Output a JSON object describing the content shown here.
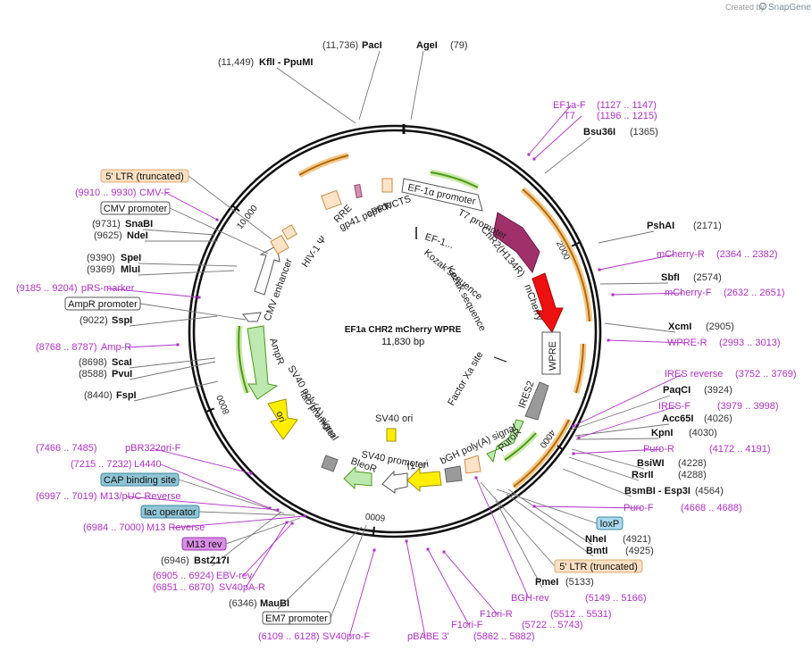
{
  "header": {
    "credit": "Created by",
    "brand": "SnapGene"
  },
  "plasmid": {
    "name": "EF1a CHR2 mCherry WPRE",
    "size": "11,830 bp"
  },
  "ticks": [
    {
      "bp": 2000,
      "label": "2000"
    },
    {
      "bp": 4000,
      "label": "4000"
    },
    {
      "bp": 6000,
      "label": "6000"
    },
    {
      "bp": 8000,
      "label": "8000"
    },
    {
      "bp": 10000,
      "label": "10,000"
    }
  ],
  "enzymes": [
    {
      "pos": "(11,736)",
      "name": "PacI"
    },
    {
      "pos": "(79)",
      "name": "AgeI"
    },
    {
      "pos": "(11,449)",
      "name": "KflI  -  PpuMI"
    },
    {
      "pos": "(1365)",
      "name": "Bsu36I"
    },
    {
      "pos": "(2171)",
      "name": "PshAI"
    },
    {
      "pos": "(2574)",
      "name": "SbfI"
    },
    {
      "pos": "(2905)",
      "name": "XcmI"
    },
    {
      "pos": "(3924)",
      "name": "PaqCI"
    },
    {
      "pos": "(4026)",
      "name": "Acc65I"
    },
    {
      "pos": "(4030)",
      "name": "KpnI"
    },
    {
      "pos": "(4228)",
      "name": "BsiWI"
    },
    {
      "pos": "(4288)",
      "name": "RsrII"
    },
    {
      "pos": "(4564)",
      "name": "BsmBI  -  Esp3I"
    },
    {
      "pos": "(4921)",
      "name": "NheI"
    },
    {
      "pos": "(4925)",
      "name": "BmtI"
    },
    {
      "pos": "(5133)",
      "name": "PmeI"
    },
    {
      "pos": "(9731)",
      "name": "SnaBI"
    },
    {
      "pos": "(9625)",
      "name": "NdeI"
    },
    {
      "pos": "(9390)",
      "name": "SpeI"
    },
    {
      "pos": "(9369)",
      "name": "MluI"
    },
    {
      "pos": "(9022)",
      "name": "SspI"
    },
    {
      "pos": "(8698)",
      "name": "ScaI"
    },
    {
      "pos": "(8588)",
      "name": "PvuI"
    },
    {
      "pos": "(8440)",
      "name": "FspI"
    },
    {
      "pos": "(6946)",
      "name": "BstZ17I"
    },
    {
      "pos": "(6346)",
      "name": "MauBI"
    }
  ],
  "primers": [
    {
      "name": "EF1a-F",
      "range": "(1127 .. 1147)"
    },
    {
      "name": "T7",
      "range": "(1196 .. 1215)"
    },
    {
      "name": "mCherry-R",
      "range": "(2364 .. 2382)"
    },
    {
      "name": "mCherry-F",
      "range": "(2632 .. 2651)"
    },
    {
      "name": "WPRE-R",
      "range": "(2993 .. 3013)"
    },
    {
      "name": "IRES reverse",
      "range": "(3752 .. 3769)"
    },
    {
      "name": "IRES-F",
      "range": "(3979 .. 3998)"
    },
    {
      "name": "Puro-R",
      "range": "(4172 .. 4191)"
    },
    {
      "name": "Puro-F",
      "range": "(4668 .. 4688)"
    },
    {
      "name": "BGH-rev",
      "range": "(5149 .. 5166)"
    },
    {
      "name": "F1ori-R",
      "range": "(5512 .. 5531)"
    },
    {
      "name": "F1ori-F",
      "range": "(5722 .. 5743)"
    },
    {
      "name": "pBABE 3'",
      "range": "(5862 .. 5882)"
    },
    {
      "name": "SV40pro-F",
      "range": "(6109 .. 6128)"
    },
    {
      "name": "SV40pA-R",
      "range": "(6851 .. 6870)"
    },
    {
      "name": "EBV-rev",
      "range": "(6905 .. 6924)"
    },
    {
      "name": "M13 Reverse",
      "range": "(6984 .. 7000)"
    },
    {
      "name": "M13/pUC Reverse",
      "range": "(6997 .. 7019)"
    },
    {
      "name": "L4440",
      "range": "(7215 .. 7232)"
    },
    {
      "name": "pBR322ori-F",
      "range": "(7466 .. 7485)"
    },
    {
      "name": "Amp-R",
      "range": "(8768 .. 8787)"
    },
    {
      "name": "pRS-marker",
      "range": "(9185 .. 9204)"
    },
    {
      "name": "CMV-F",
      "range": "(9910 .. 9930)"
    }
  ],
  "boxed_labels": [
    {
      "text": "5' LTR (truncated)",
      "fill": "#fbe0c4",
      "stroke": "#e0a870"
    },
    {
      "text": "CMV promoter",
      "fill": "#ffffff",
      "stroke": "#555555"
    },
    {
      "text": "AmpR promoter",
      "fill": "#ffffff",
      "stroke": "#555555"
    },
    {
      "text": "CAP binding site",
      "fill": "#8fc4d4",
      "stroke": "#3d8aa0"
    },
    {
      "text": "lac operator",
      "fill": "#8fc4d4",
      "stroke": "#3d8aa0"
    },
    {
      "text": "M13 rev",
      "fill": "#d98ee6",
      "stroke": "#9a3aaa"
    },
    {
      "text": "EM7 promoter",
      "fill": "#ffffff",
      "stroke": "#555555"
    },
    {
      "text": "loxP",
      "fill": "#a9d8ef",
      "stroke": "#3d8aa0"
    },
    {
      "text": "5' LTR (truncated)",
      "fill": "#fbe0c4",
      "stroke": "#e0a870"
    }
  ],
  "features": [
    "EF-1α promoter",
    "T7 promoter",
    "ChR2(H134R)",
    "mCherry",
    "WPRE",
    "IRES2",
    "PuroR",
    "bGH poly(A) signal",
    "f1 ori",
    "SV40 promoter",
    "BleoR",
    "SV40 ori",
    "lac promoter",
    "SV40 poly(A) signal",
    "AmpR",
    "ori",
    "CMV enhancer",
    "HIV-1 Ψ",
    "RRE",
    "gp41 peptide",
    "cPPT/CTS",
    "EF-1...",
    "Kozak sequence",
    "Kozak sequence",
    "Factor Xa site"
  ],
  "colors": {
    "backbone": "#111111",
    "orange": "#f0a030",
    "green": "#66bb33",
    "purple": "#b030c8",
    "mcherry": "#ee1111",
    "chr2": "#a0306a",
    "puro": "#bde8b0",
    "ori": "#ffee00",
    "gray": "#999999"
  }
}
